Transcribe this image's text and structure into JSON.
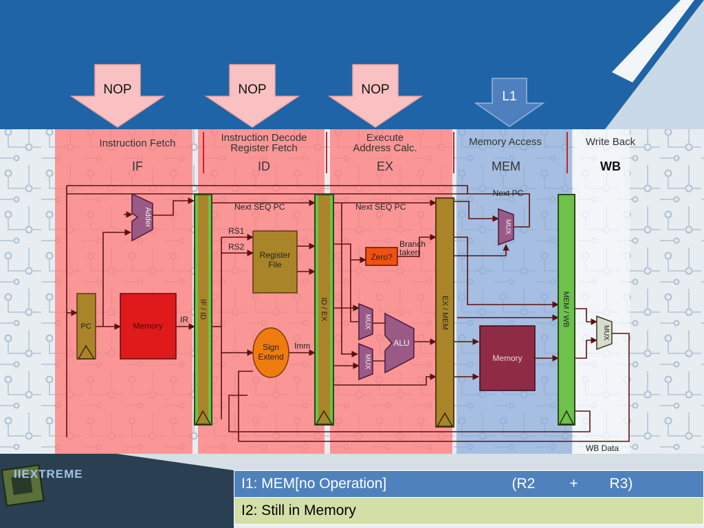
{
  "arrows": [
    {
      "label": "NOP",
      "color": "#f9c1c1"
    },
    {
      "label": "NOP",
      "color": "#f9c1c1"
    },
    {
      "label": "NOP",
      "color": "#f9c1c1"
    },
    {
      "label": "L1",
      "color": "#4f7fbf"
    }
  ],
  "stages": [
    {
      "title": "Instruction Fetch",
      "abbr": "IF"
    },
    {
      "title_line1": "Instruction Decode",
      "title_line2": "Register Fetch",
      "abbr": "ID"
    },
    {
      "title_line1": "Execute",
      "title_line2": "Address Calc.",
      "abbr": "EX"
    },
    {
      "title": "Memory Access",
      "abbr": "MEM"
    },
    {
      "title": "Write Back",
      "abbr": "WB"
    }
  ],
  "components": {
    "adder": "Adder",
    "pc": "PC",
    "memory_if": "Memory",
    "ir": "IR",
    "if_id": "IF / ID",
    "rs1": "RS1",
    "rs2": "RS2",
    "register_file_line1": "Register",
    "register_file_line2": "File",
    "sign_extend_line1": "Sign",
    "sign_extend_line2": "Extend",
    "imm": "Imm",
    "id_ex": "ID / EX",
    "next_seq_pc_1": "Next SEQ PC",
    "next_seq_pc_2": "Next SEQ PC",
    "zero": "Zero?",
    "branch_taken_line1": "Branch",
    "branch_taken_line2": "taken",
    "mux": "MUX",
    "alu": "ALU",
    "ex_mem": "EX / MEM",
    "next_pc": "Next PC",
    "memory_mem": "Memory",
    "mem_wb": "MEM / WB",
    "wb_data": "WB Data"
  },
  "logo_text": "IIEXTREME",
  "table": {
    "row1": {
      "text": "I1: MEM[no Operation]",
      "r2": "(R2",
      "plus": "+",
      "r3": "R3)"
    },
    "row2": {
      "text": "I2: Still in Memory"
    }
  },
  "colors": {
    "header_blue": "#1f64a6",
    "stage_red": "#ff7f7f",
    "stage_blue": "#8faedb",
    "latch_green": "#6cc24a",
    "latch_brown": "#a98429",
    "register_brown": "#a98429",
    "memory_red": "#e01a1a",
    "memory_maroon": "#8f2b45",
    "sign_orange": "#f07c10",
    "alu_purple": "#9a5a86"
  }
}
